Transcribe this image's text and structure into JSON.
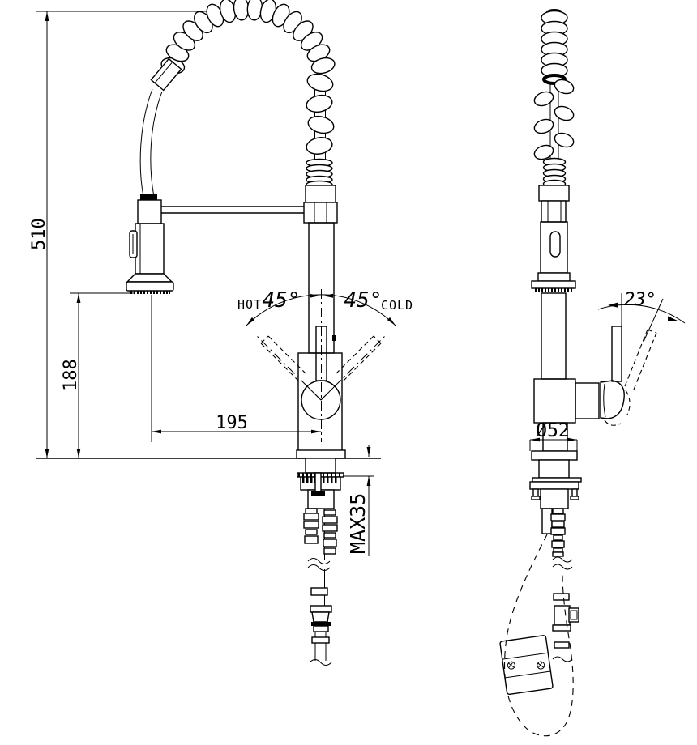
{
  "drawing": {
    "background_color": "#ffffff",
    "line_color": "#000000",
    "type": "faucet-technical-drawing",
    "front_view": {
      "dim_overall_height": "510",
      "dim_spray_head_height": "188",
      "dim_spout_reach": "195",
      "dim_max_deck_thickness": "MAX35",
      "label_hot": "HOT",
      "dim_hot_swing_angle": "45°",
      "dim_cold_swing_angle": "45°",
      "label_cold": "COLD"
    },
    "side_view": {
      "dim_handle_tilt_angle": "23°",
      "dim_base_diameter": "Ø52"
    }
  }
}
